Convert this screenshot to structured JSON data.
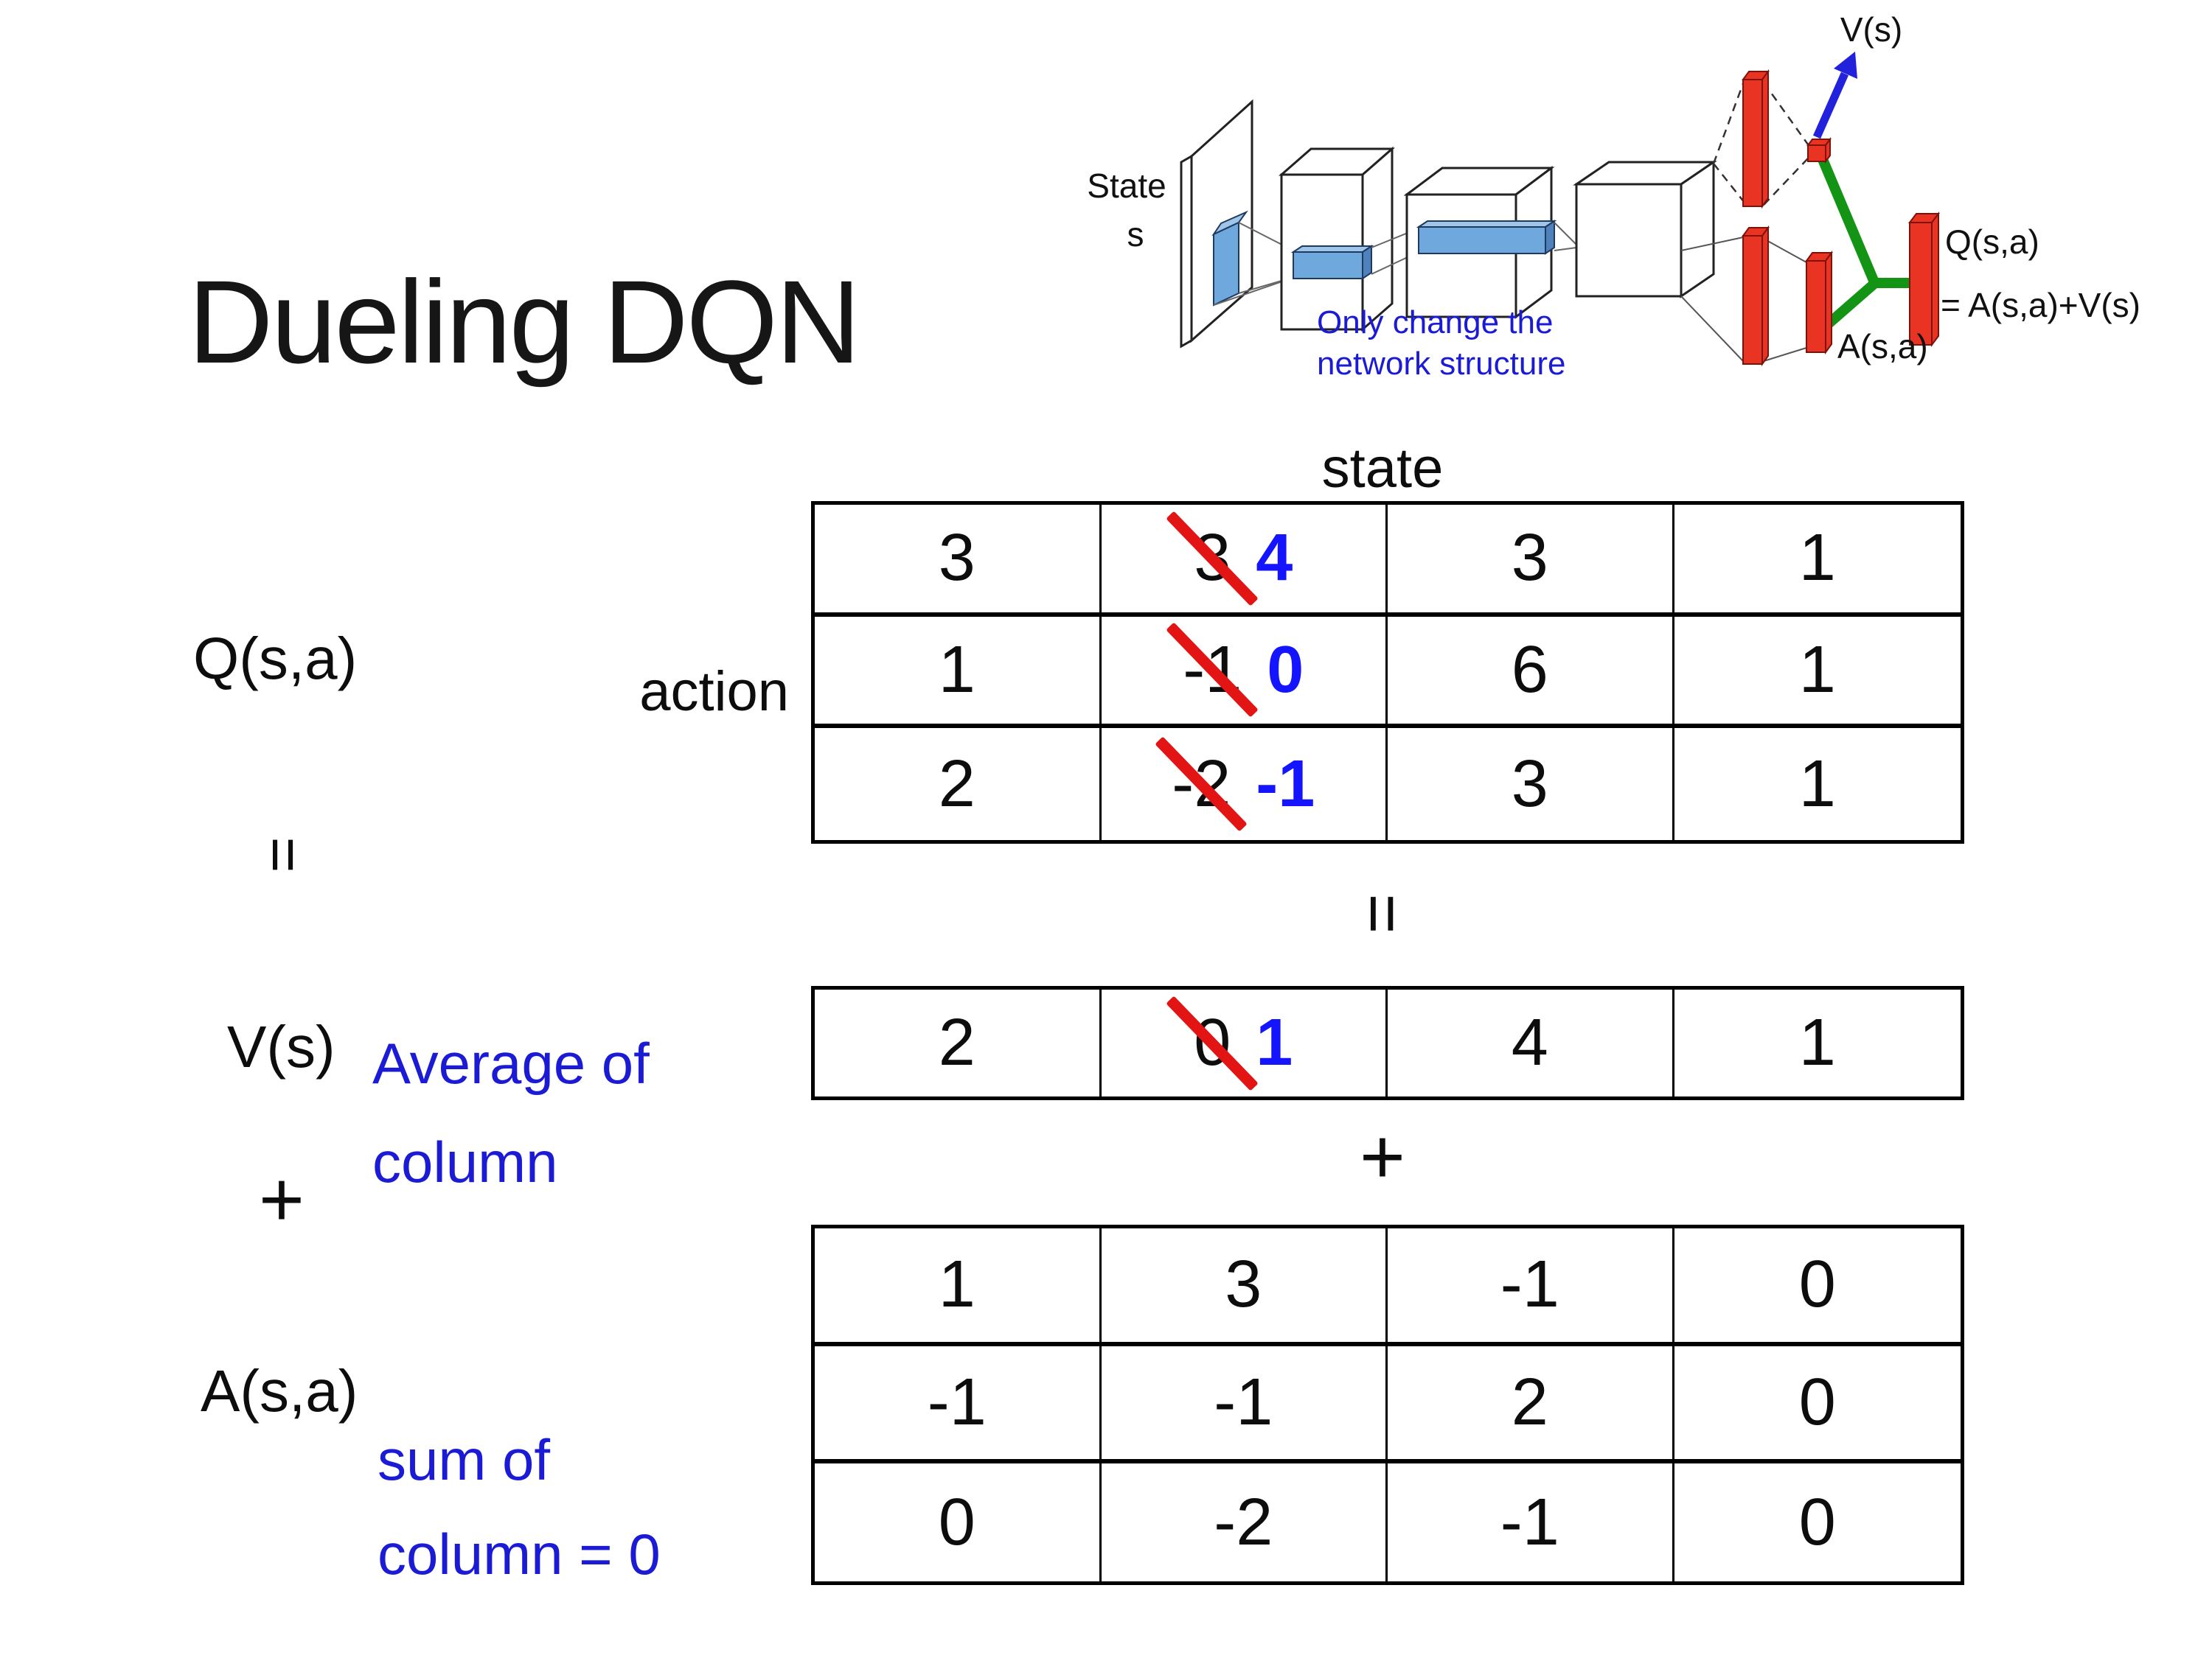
{
  "title": "Dueling DQN",
  "colors": {
    "text_black": "#111111",
    "accent_blue": "#1b1bd6",
    "value_blue": "#1414ff",
    "strike_red": "#e31414",
    "bar_red": "#ea3423",
    "connector_green": "#149414",
    "feature_blue": "#6fa8dc"
  },
  "diagram": {
    "state_line1": "State",
    "state_line2": "s",
    "note_line1": "Only change the",
    "note_line2": "network structure",
    "v_out_label": "V(s)",
    "q_out_line1": "Q(s,a)",
    "q_out_line2": "= A(s,a)+V(s)",
    "a_out_label": "A(s,a)"
  },
  "equation": {
    "q_label": "Q(s,a)",
    "equals_left": "=",
    "v_label": "V(s)",
    "plus_left": "+",
    "a_label": "A(s,a)",
    "v_note_line1": "Average of",
    "v_note_line2": "column",
    "a_note_line1": "sum of",
    "a_note_line2": "column = 0",
    "state_header": "state",
    "action_label": "action",
    "equals_center": "=",
    "plus_center": "+"
  },
  "q_table": {
    "rows": [
      [
        "3",
        {
          "old": "3",
          "new": "4"
        },
        "3",
        "1"
      ],
      [
        "1",
        {
          "old": "-1",
          "new": "0"
        },
        "6",
        "1"
      ],
      [
        "2",
        {
          "old": "-2",
          "new": "-1"
        },
        "3",
        "1"
      ]
    ]
  },
  "v_row": [
    "2",
    {
      "old": "0",
      "new": "1"
    },
    "4",
    "1"
  ],
  "a_table": {
    "rows": [
      [
        "1",
        "3",
        "-1",
        "0"
      ],
      [
        "-1",
        "-1",
        "2",
        "0"
      ],
      [
        "0",
        "-2",
        "-1",
        "0"
      ]
    ]
  }
}
